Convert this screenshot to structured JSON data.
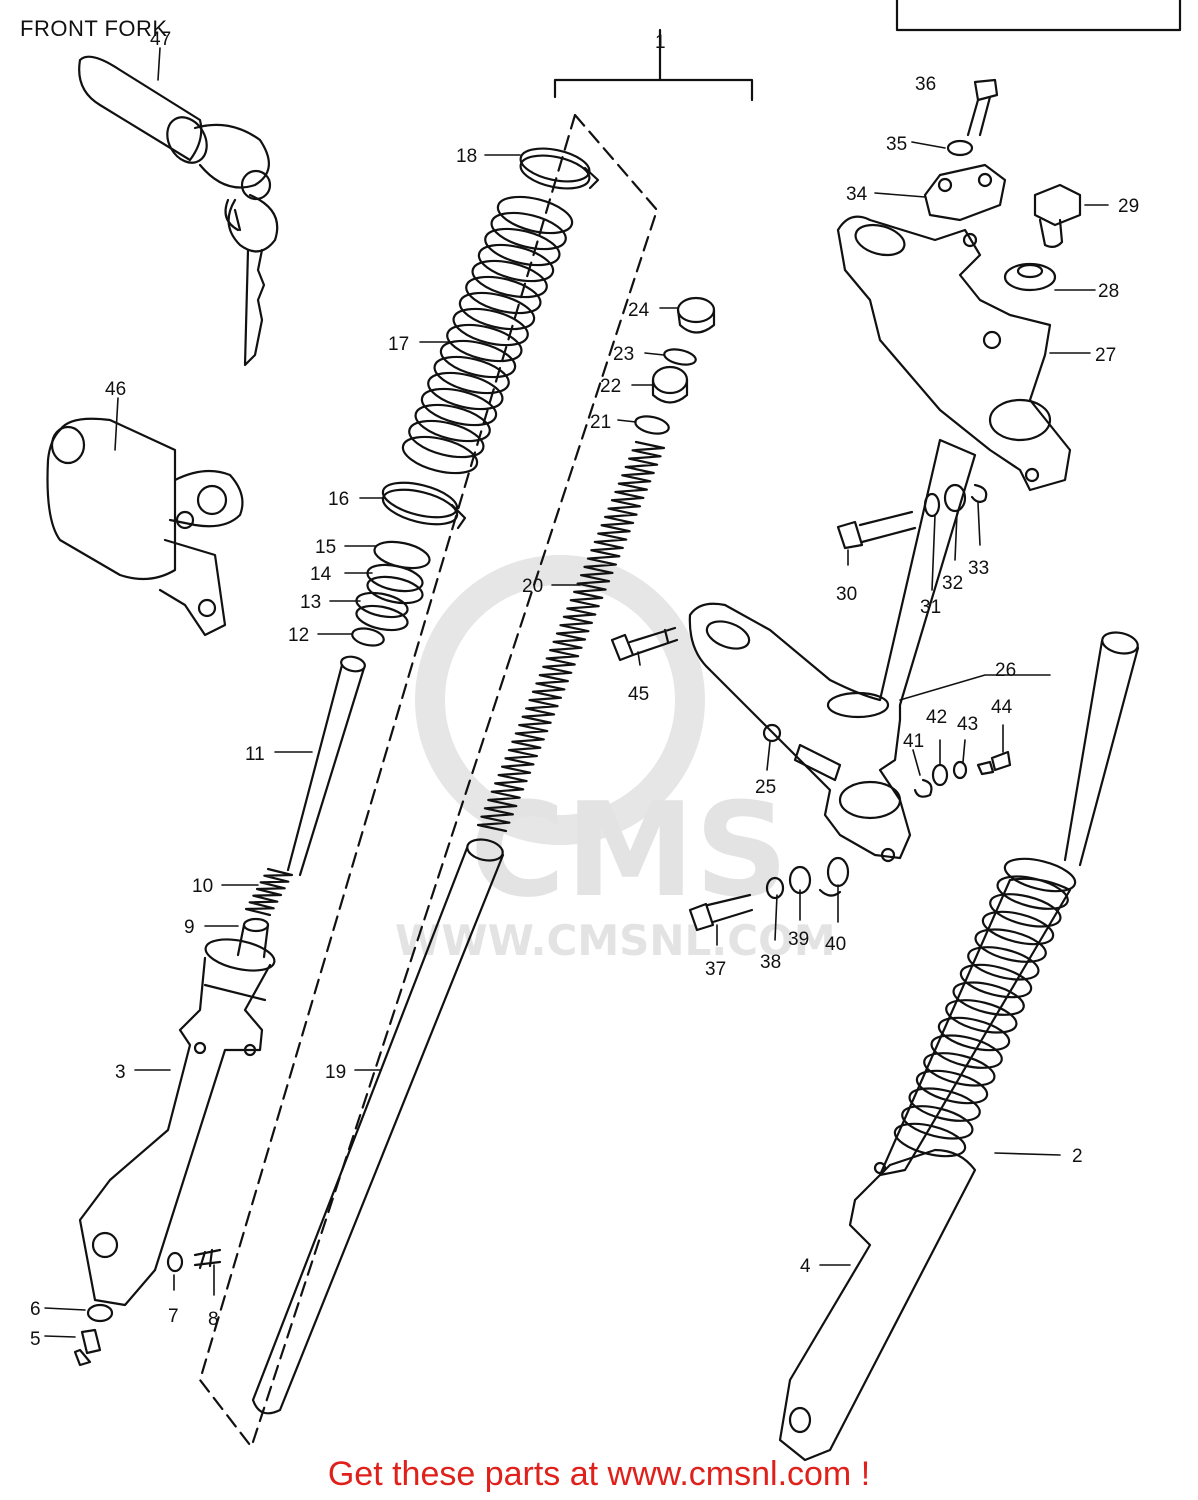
{
  "header": {
    "title": "FRONT FORK"
  },
  "watermark": {
    "brand": "CMS",
    "url": "WWW.CMSNL.COM"
  },
  "footer": {
    "text": "Get these parts at www.cmsnl.com !"
  },
  "colors": {
    "footer_text": "#e0201b",
    "line_art": "#111111",
    "watermark": "#e3e3e3"
  },
  "callouts": {
    "c1": "1",
    "c2": "2",
    "c3": "3",
    "c4": "4",
    "c5": "5",
    "c6": "6",
    "c7": "7",
    "c8": "8",
    "c9": "9",
    "c10": "10",
    "c11": "11",
    "c12": "12",
    "c13": "13",
    "c14": "14",
    "c15": "15",
    "c16": "16",
    "c17": "17",
    "c18": "18",
    "c19": "19",
    "c20": "20",
    "c21": "21",
    "c22": "22",
    "c23": "23",
    "c24": "24",
    "c25": "25",
    "c26": "26",
    "c27": "27",
    "c28": "28",
    "c29": "29",
    "c30": "30",
    "c31": "31",
    "c32": "32",
    "c33": "33",
    "c34": "34",
    "c35": "35",
    "c36": "36",
    "c37": "37",
    "c38": "38",
    "c39": "39",
    "c40": "40",
    "c41": "41",
    "c42": "42",
    "c43": "43",
    "c44": "44",
    "c45": "45",
    "c46": "46",
    "c47": "47"
  }
}
